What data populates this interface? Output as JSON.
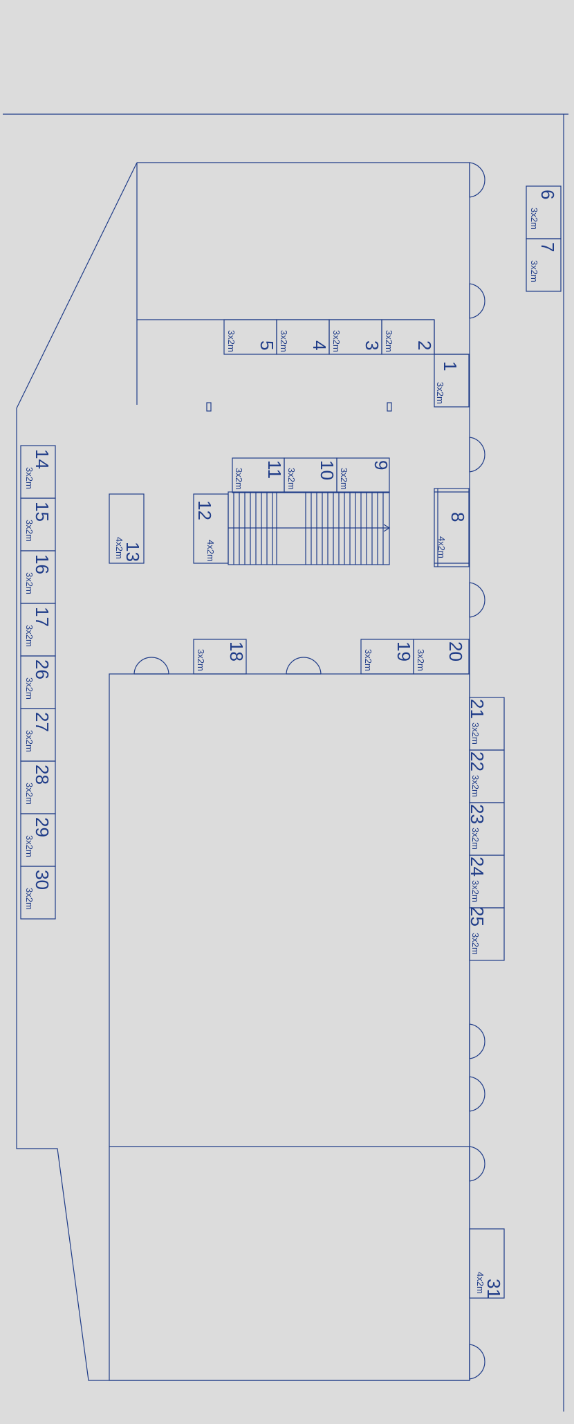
{
  "plan": {
    "line_color": "#1f3c88",
    "background": "#dcdcdc",
    "stands": [
      {
        "number": "1",
        "size": "3x2m"
      },
      {
        "number": "2",
        "size": "3x2m"
      },
      {
        "number": "3",
        "size": "3x2m"
      },
      {
        "number": "4",
        "size": "3x2m"
      },
      {
        "number": "5",
        "size": "3x2m"
      },
      {
        "number": "6",
        "size": "3x2m"
      },
      {
        "number": "7",
        "size": "3x2m"
      },
      {
        "number": "8",
        "size": "4x2m"
      },
      {
        "number": "9",
        "size": "3x2m"
      },
      {
        "number": "10",
        "size": "3x2m"
      },
      {
        "number": "11",
        "size": "3x2m"
      },
      {
        "number": "12",
        "size": "4x2m"
      },
      {
        "number": "13",
        "size": "4x2m"
      },
      {
        "number": "14",
        "size": "3x2m"
      },
      {
        "number": "15",
        "size": "3x2m"
      },
      {
        "number": "16",
        "size": "3x2m"
      },
      {
        "number": "17",
        "size": "3x2m"
      },
      {
        "number": "18",
        "size": "3x2m"
      },
      {
        "number": "19",
        "size": "3x2m"
      },
      {
        "number": "20",
        "size": "3x2m"
      },
      {
        "number": "21",
        "size": "3x2m"
      },
      {
        "number": "22",
        "size": "3x2m"
      },
      {
        "number": "23",
        "size": "3x2m"
      },
      {
        "number": "24",
        "size": "3x2m"
      },
      {
        "number": "25",
        "size": "3x2m"
      },
      {
        "number": "26",
        "size": "3x2m"
      },
      {
        "number": "27",
        "size": "3x2m"
      },
      {
        "number": "28",
        "size": "3x2m"
      },
      {
        "number": "29",
        "size": "3x2m"
      },
      {
        "number": "30",
        "size": "3x2m"
      },
      {
        "number": "31",
        "size": "4x2m"
      }
    ]
  }
}
